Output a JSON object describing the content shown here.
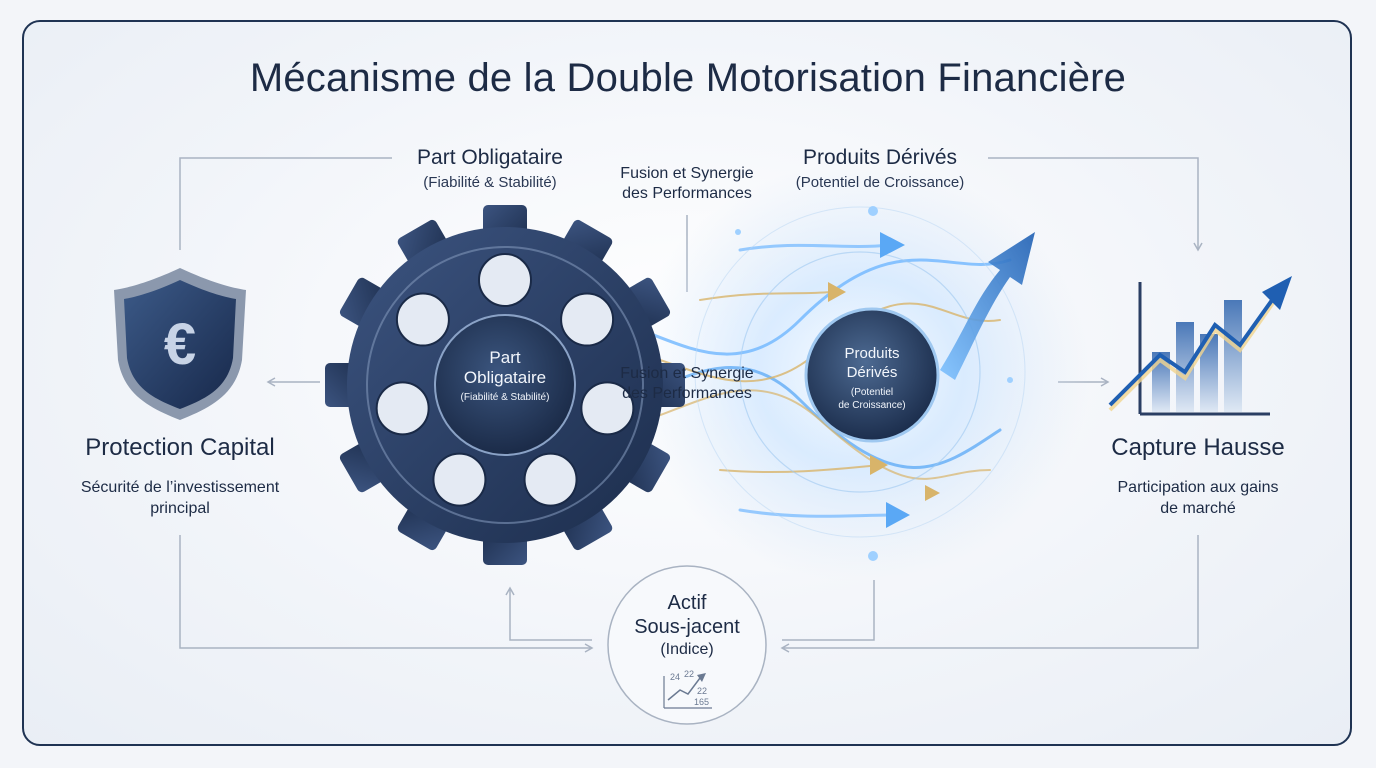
{
  "title": "Mécanisme de la Double Motorisation Financière",
  "bond_part": {
    "label": "Part Obligataire",
    "sub": "(Fiabilité & Stabilité)",
    "gear_label_1": "Part",
    "gear_label_2": "Obligataire",
    "gear_sub": "(Fiabilité & Stabilité)"
  },
  "fusion": {
    "top_line1": "Fusion et Synergie",
    "top_line2": "des Performances",
    "mid_line1": "Fusion et Synergie",
    "mid_line2": "des Performances"
  },
  "derivatives": {
    "label": "Produits Dérivés",
    "sub": "(Potentiel de Croissance)",
    "orb_line1": "Produits",
    "orb_line2": "Dérivés",
    "orb_sub1": "(Potentiel",
    "orb_sub2": "de Croissance)"
  },
  "protection": {
    "title": "Protection Capital",
    "desc_line1": "Sécurité de l’investissement",
    "desc_line2": "principal",
    "icon": "euro-shield-icon"
  },
  "capture": {
    "title": "Capture Hausse",
    "desc_line1": "Participation aux gains",
    "desc_line2": "de marché",
    "icon": "rising-chart-icon"
  },
  "underlying": {
    "line1": "Actif",
    "line2": "Sous-jacent",
    "line3": "(Indice)",
    "mini_numbers": [
      "24",
      "22",
      "22",
      "165"
    ]
  },
  "colors": {
    "navy": "#1d2b45",
    "gear": "#2a3e63",
    "accent_blue": "#3a8fe0",
    "gold": "#d8b46a",
    "connector": "#a9b3c2"
  }
}
